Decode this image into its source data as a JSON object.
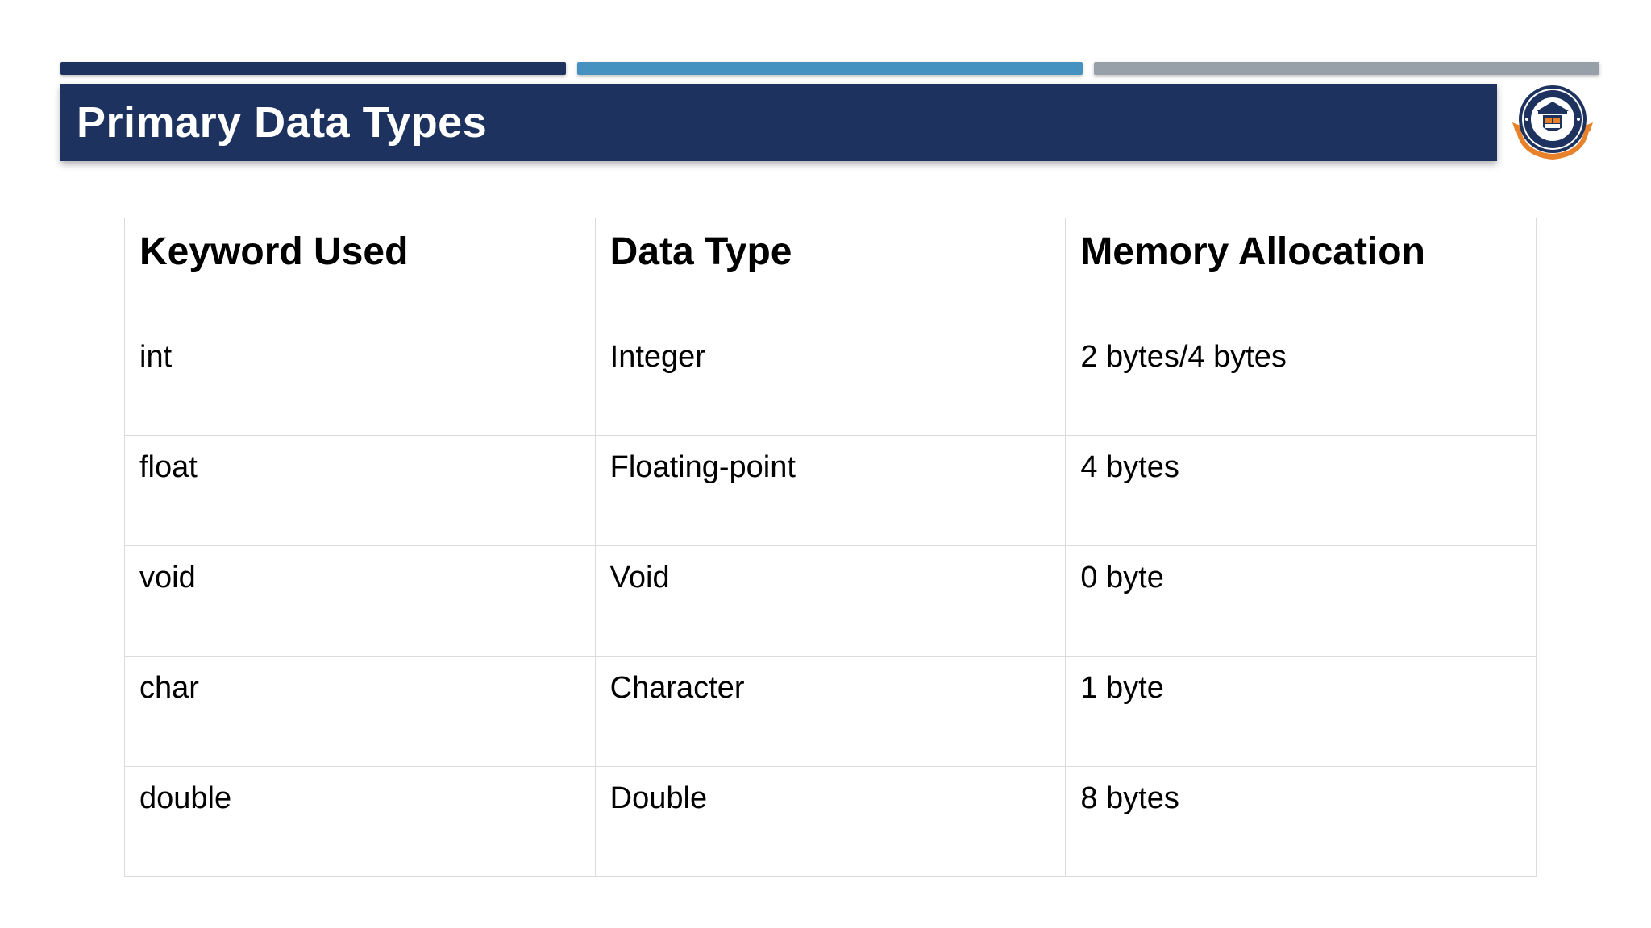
{
  "slide": {
    "title": "Primary Data Types"
  },
  "accent_colors": [
    "#1d325e",
    "#4591bf",
    "#97a0a8"
  ],
  "logo": {
    "icon": "college-crest-logo",
    "colors": [
      "#1d325e",
      "#e8822a",
      "#ffffff"
    ]
  },
  "table": {
    "headers": [
      "Keyword Used",
      "Data Type",
      "Memory Allocation"
    ],
    "rows": [
      [
        "int",
        "Integer",
        "2 bytes/4 bytes"
      ],
      [
        "float",
        "Floating-point",
        "4 bytes"
      ],
      [
        "void",
        "Void",
        "0 byte"
      ],
      [
        "char",
        "Character",
        "1 byte"
      ],
      [
        "double",
        "Double",
        "8 bytes"
      ]
    ]
  }
}
